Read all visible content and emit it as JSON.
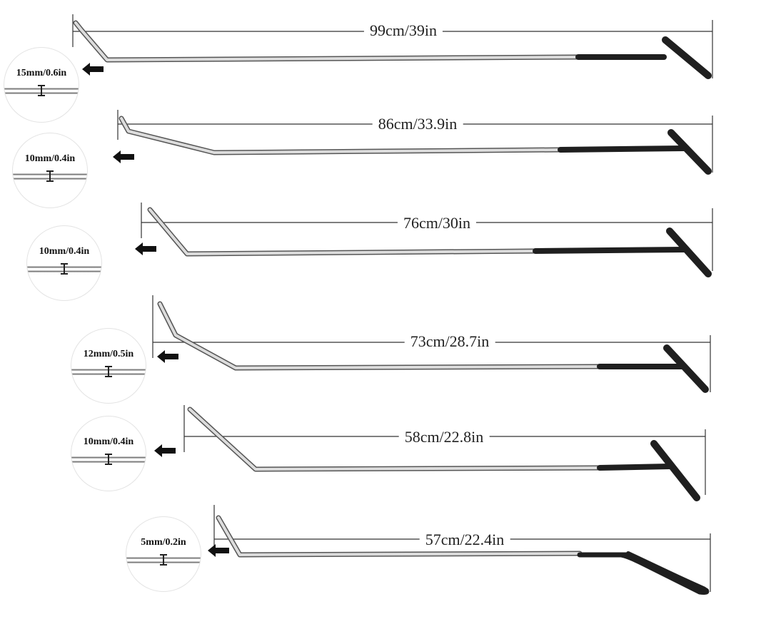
{
  "colors": {
    "background": "#ffffff",
    "steel": "#c8c8c8",
    "handle": "#1f1f1f",
    "dimension_line": "#333333"
  },
  "tools": [
    {
      "length_label": "99cm/39in",
      "tip_label": "15mm/0.6in",
      "tip_icon": "tip-gauge-icon",
      "handle": "t-handle"
    },
    {
      "length_label": "86cm/33.9in",
      "tip_label": "10mm/0.4in",
      "tip_icon": "tip-gauge-icon",
      "handle": "t-handle"
    },
    {
      "length_label": "76cm/30in",
      "tip_label": "10mm/0.4in",
      "tip_icon": "tip-gauge-icon",
      "handle": "t-handle"
    },
    {
      "length_label": "73cm/28.7in",
      "tip_label": "12mm/0.5in",
      "tip_icon": "tip-gauge-icon",
      "handle": "t-handle"
    },
    {
      "length_label": "58cm/22.8in",
      "tip_label": "10mm/0.4in",
      "tip_icon": "tip-gauge-icon",
      "handle": "t-handle"
    },
    {
      "length_label": "57cm/22.4in",
      "tip_label": "5mm/0.2in",
      "tip_icon": "tip-gauge-icon",
      "handle": "loop-handle"
    }
  ]
}
